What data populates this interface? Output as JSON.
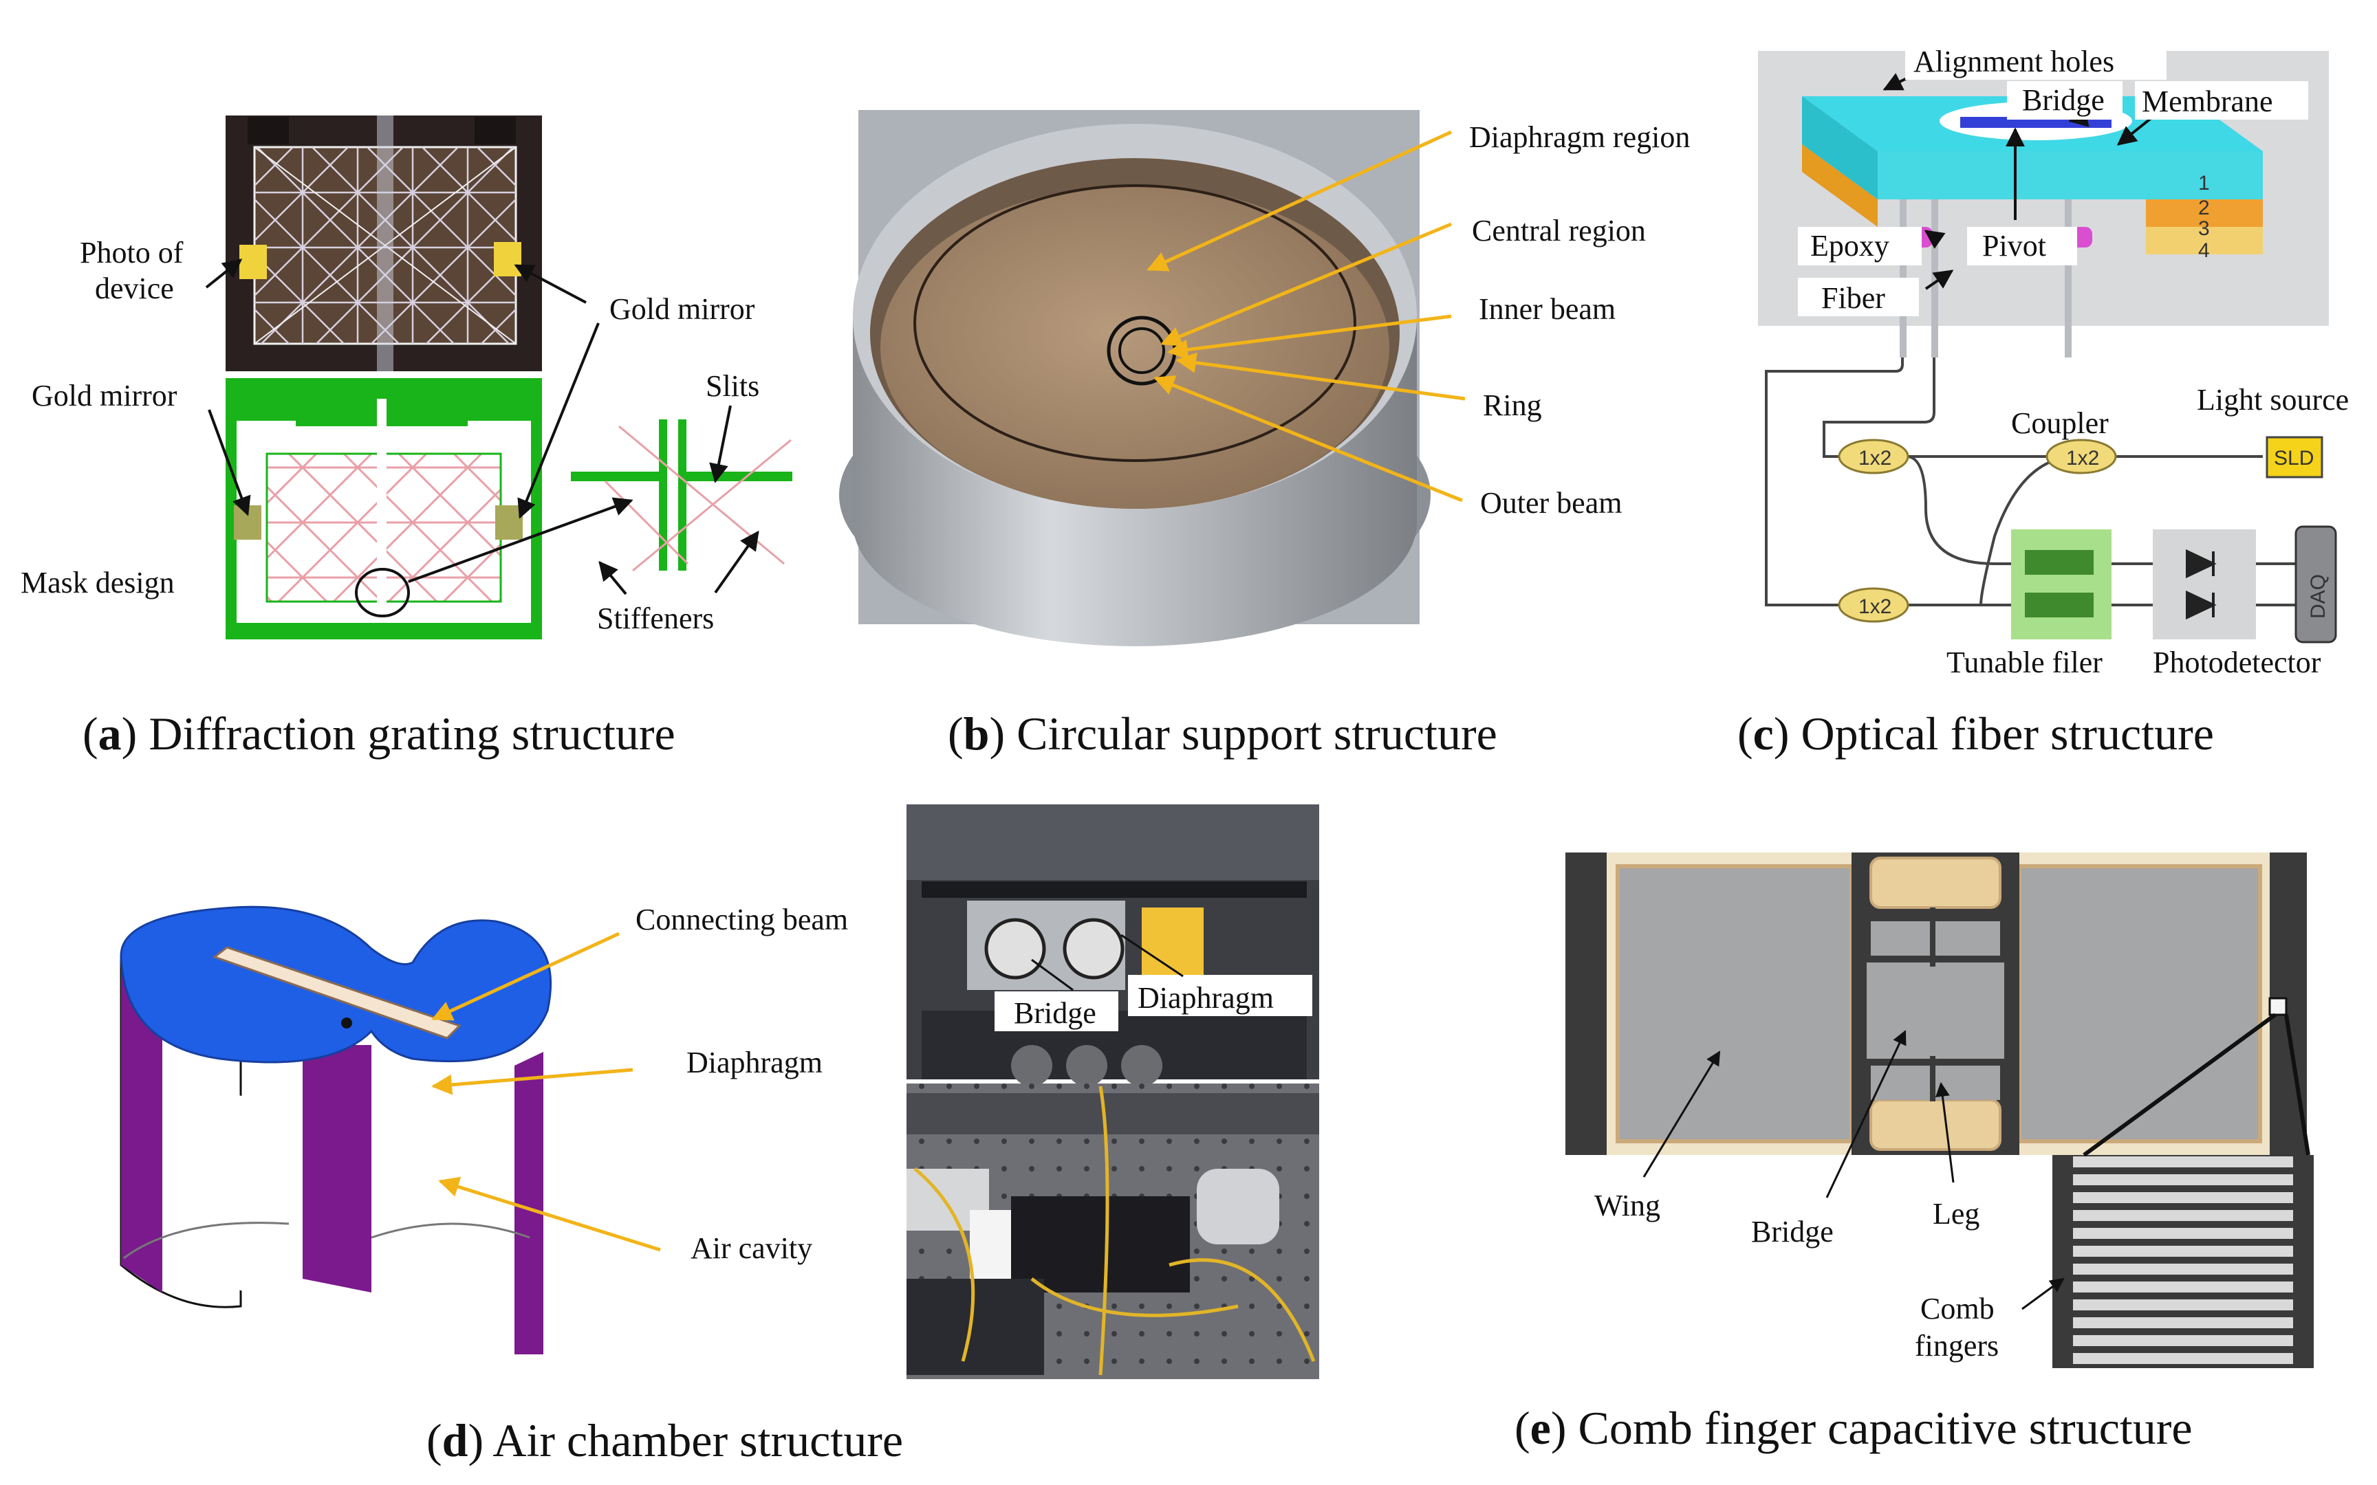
{
  "panel_a": {
    "labels": {
      "photo_of_device": [
        "Photo of",
        "device"
      ],
      "gold_mirror_right": "Gold mirror",
      "gold_mirror_left": "Gold mirror",
      "slits": "Slits",
      "mask_design": "Mask design",
      "stiffeners": "Stiffeners"
    },
    "caption": {
      "letter": "a",
      "text": "Diffraction grating structure"
    }
  },
  "panel_b": {
    "labels": {
      "diaphragm_region": "Diaphragm region",
      "central_region": "Central region",
      "inner_beam": "Inner beam",
      "ring": "Ring",
      "outer_beam": "Outer beam"
    },
    "caption": {
      "letter": "b",
      "text": "Circular support structure"
    }
  },
  "panel_c": {
    "labels": {
      "alignment_holes": "Alignment holes",
      "bridge": "Bridge",
      "membrane": "Membrane",
      "epoxy": "Epoxy",
      "pivot": "Pivot",
      "fiber": "Fiber",
      "coupler": "Coupler",
      "light_source": "Light source",
      "sld": "SLD",
      "daq": "DAQ",
      "coupler_tag": "1x2",
      "layers": [
        "1",
        "2",
        "3",
        "4"
      ],
      "tunable_filter": "Tunable filer",
      "photodetector": "Photodetector"
    },
    "caption": {
      "letter": "c",
      "text": "Optical fiber structure"
    }
  },
  "panel_d": {
    "labels": {
      "connecting_beam": "Connecting beam",
      "diaphragm": "Diaphragm",
      "air_cavity": "Air cavity",
      "photo_bridge": "Bridge",
      "photo_diaphragm": "Diaphragm"
    },
    "caption": {
      "letter": "d",
      "text": "Air chamber structure"
    }
  },
  "panel_e": {
    "labels": {
      "wing": "Wing",
      "bridge": "Bridge",
      "leg": "Leg",
      "comb_fingers": [
        "Comb",
        "fingers"
      ]
    },
    "caption": {
      "letter": "e",
      "text": "Comb finger capacitive structure"
    }
  },
  "colors": {
    "arrow_yellow": "#f2b418",
    "device_green": "#19b419",
    "gold_yellow": "#f0d23c",
    "diaphragm_blue": "#1f5fe6",
    "wall_purple": "#7a1a8c",
    "layer_cyan": "#3fd8e6",
    "layer_orange": "#f0a030",
    "grid_pink": "#e8a0a8"
  }
}
